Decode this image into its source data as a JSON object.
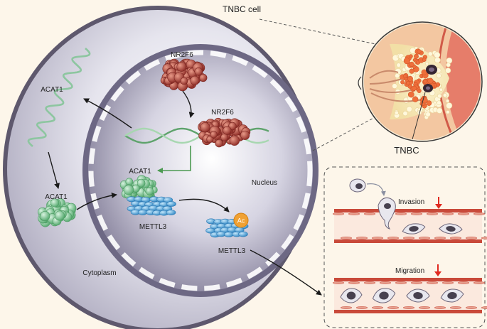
{
  "cell_title": "TNBC cell",
  "nucleus_label": "Nucleus",
  "cytoplasm_label": "Cytoplasm",
  "tissue_label": "TNBC",
  "nr2f6_top_label": "NR2F6",
  "nr2f6_dna_label": "NR2F6",
  "acat1_mrna_label": "ACAT1",
  "acat1_cyto_protein_label": "ACAT1",
  "acat1_nuclear_label": "ACAT1",
  "mettl3_label": "METTL3",
  "mettl3_ac_label": "METTL3",
  "ac_badge_label": "Ac",
  "invasion_label": "Invasion",
  "migration_label": "Migration",
  "colors": {
    "background": "#fdf6ea",
    "nr2f6": "#b5453c",
    "acat1": "#7ec99a",
    "mettl3": "#5aaee0",
    "dna": "#72b582",
    "ac_badge": "#f0a133",
    "down_arrow": "#e02a20",
    "cell_membrane": "#6b6478",
    "vessel_wall": "#c94a3a"
  }
}
